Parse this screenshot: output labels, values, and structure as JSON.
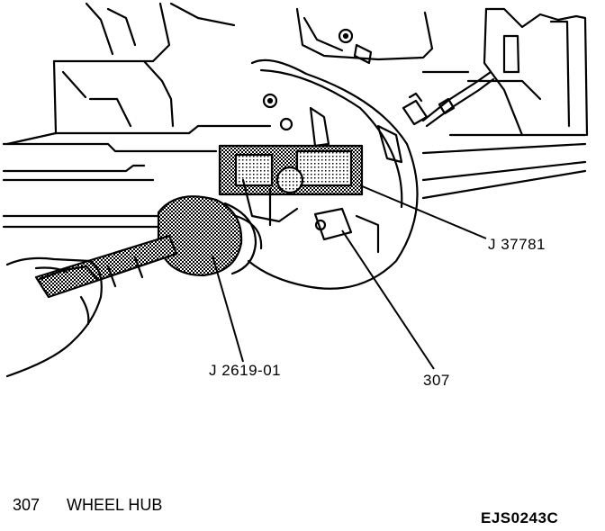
{
  "callouts": {
    "j37781": "J 37781",
    "j2619": "J 2619-01",
    "part307": "307"
  },
  "legend": {
    "number": "307",
    "name": "WHEEL HUB"
  },
  "figure_code": "EJS0243C"
}
